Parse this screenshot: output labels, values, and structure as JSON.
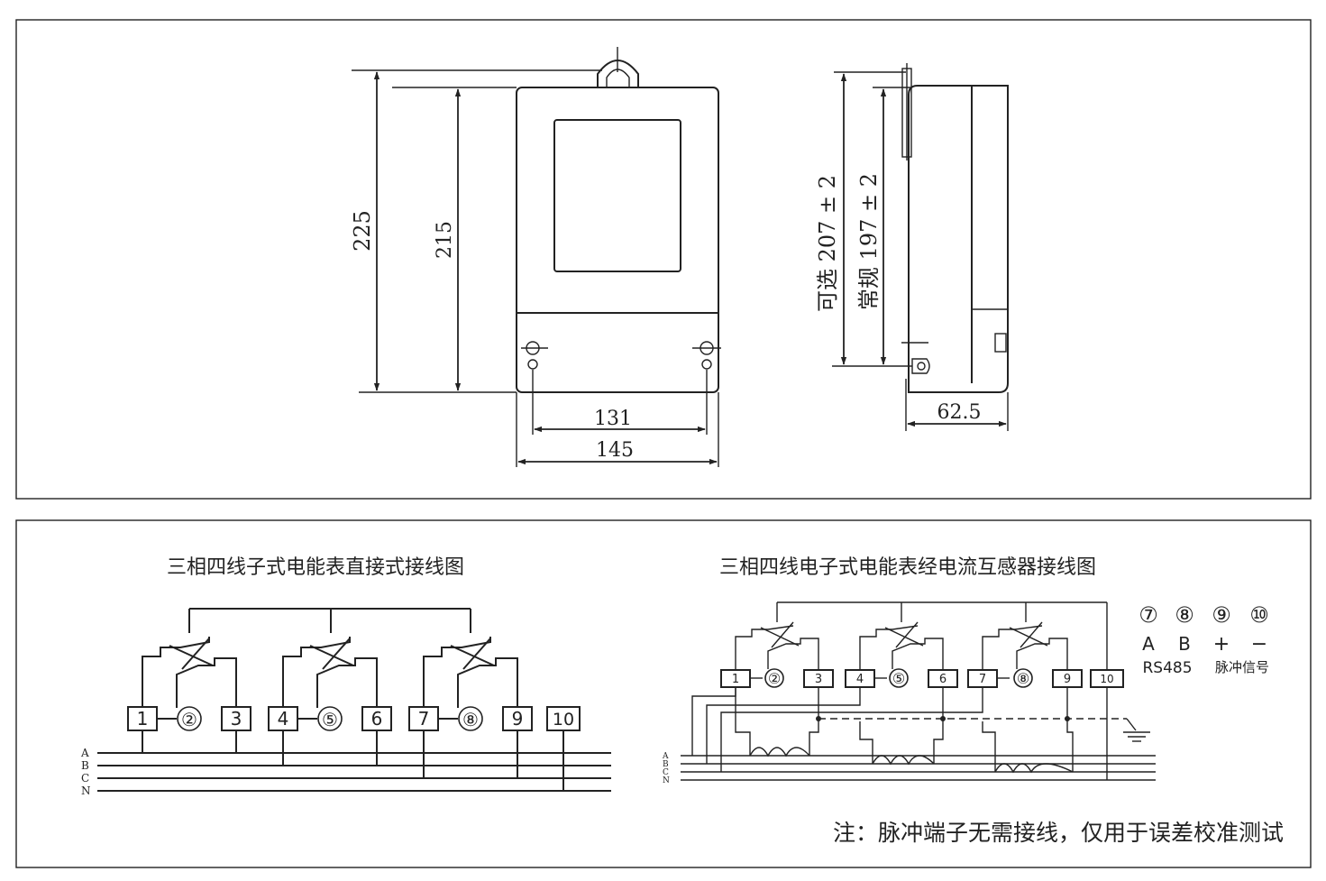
{
  "dimensions": {
    "front_height_total": "225",
    "front_height_body": "215",
    "front_width_holes": "131",
    "front_width_body": "145",
    "side_optional": "可选 207 ± 2",
    "side_regular": "常规 197 ± 2",
    "side_depth": "62.5"
  },
  "diagram_left": {
    "title": "三相四线子式电能表直接式接线图",
    "terminals": [
      "1",
      "②",
      "3",
      "4",
      "⑤",
      "6",
      "7",
      "⑧",
      "9",
      "10"
    ],
    "phases": [
      "A",
      "B",
      "C",
      "N"
    ]
  },
  "diagram_right": {
    "title": "三相四线电子式电能表经电流互感器接线图",
    "terminals": [
      "1",
      "②",
      "3",
      "4",
      "⑤",
      "6",
      "7",
      "⑧",
      "9",
      "10"
    ],
    "phases": [
      "A",
      "B",
      "C",
      "N"
    ],
    "legend_symbols": [
      "⑦",
      "⑧",
      "⑨",
      "⑩"
    ],
    "legend_labels": [
      "A",
      "B",
      "+",
      "−"
    ],
    "legend_rs485": "RS485",
    "legend_pulse": "脉冲信号"
  },
  "note": "注：脉冲端子无需接线，仅用于误差校准测试"
}
